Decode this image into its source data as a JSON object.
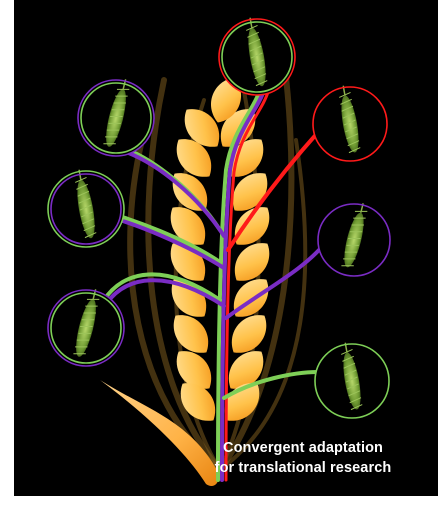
{
  "caption": {
    "line1": "Convergent adaptation",
    "line2": "for translational research"
  },
  "colors": {
    "background": "#000000",
    "path_green": "#7ecf57",
    "path_purple": "#7a2cc4",
    "path_red": "#ff1a1a",
    "grain_light": "#ffd37a",
    "grain_dark": "#f2a11a",
    "awn_brown": "#7a5a1e",
    "stem_orange": "#ffb24a"
  },
  "icons": {
    "main_illustration": "wheat-spike-icon",
    "specimens": [
      "wheat-specimen-top",
      "wheat-specimen-left-1",
      "wheat-specimen-left-2",
      "wheat-specimen-left-3",
      "wheat-specimen-right-1",
      "wheat-specimen-right-2",
      "wheat-specimen-right-3"
    ]
  }
}
